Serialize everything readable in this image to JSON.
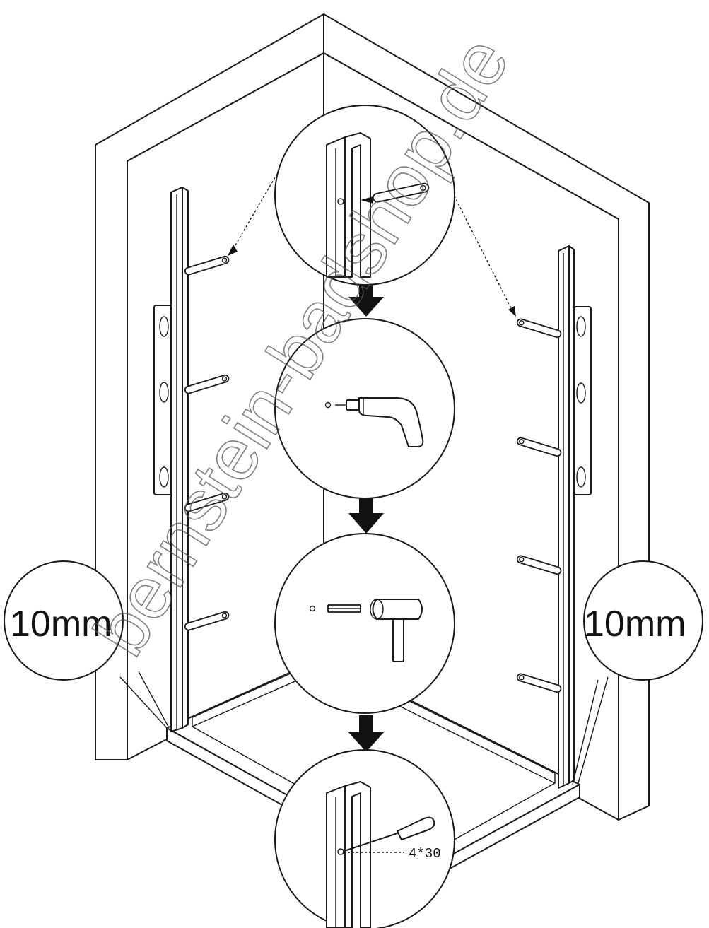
{
  "labels": {
    "left_gap": "10mm",
    "right_gap": "10mm",
    "screw_size": "4*30"
  },
  "watermark": {
    "text": "bernstein-badshop.de"
  },
  "colors": {
    "line": "#1a1a1a",
    "arrow": "#111111",
    "background": "#ffffff"
  },
  "icons": [
    "drill-icon",
    "hammer-icon",
    "screwdriver-icon",
    "dowel-icon",
    "profile-rail-icon"
  ]
}
